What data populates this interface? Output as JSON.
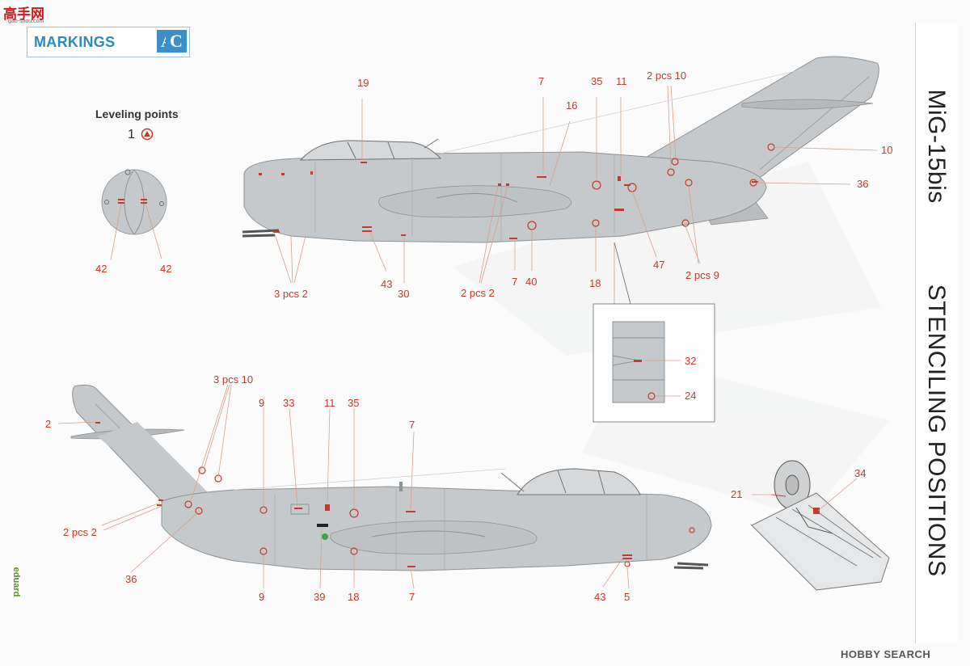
{
  "logo": {
    "text": "高手网",
    "subtext": "gao-shou.com"
  },
  "header": {
    "markings_label": "MARKINGS",
    "letters": [
      "A",
      "C"
    ],
    "separator": ","
  },
  "leveling": {
    "title": "Leveling points",
    "number": "1"
  },
  "side_title": {
    "aircraft": "MiG-15bis",
    "subtitle": "STENCILING POSITIONS"
  },
  "brand": {
    "vertical": "eduard"
  },
  "watermark": {
    "prefix": "HOBBY",
    "suffix": "SEARCH"
  },
  "colors": {
    "aircraft_gray": "#c6c9cb",
    "callout_red": "#c23b2c",
    "markings_blue": "#3b8fc8",
    "leader_line": "#d9a08a"
  },
  "callouts": {
    "upper": [
      "19",
      "7",
      "35",
      "11",
      "2 pcs 10",
      "16",
      "10",
      "36",
      "42",
      "42",
      "3 pcs 2",
      "43",
      "30",
      "2 pcs 2",
      "7",
      "40",
      "18",
      "47",
      "2 pcs 9"
    ],
    "detail": [
      "32",
      "24"
    ],
    "lower": [
      "3 pcs 10",
      "2",
      "9",
      "33",
      "11",
      "35",
      "7",
      "2 pcs 2",
      "36",
      "9",
      "39",
      "18",
      "7",
      "43",
      "5"
    ],
    "gear": [
      "34",
      "21"
    ]
  }
}
